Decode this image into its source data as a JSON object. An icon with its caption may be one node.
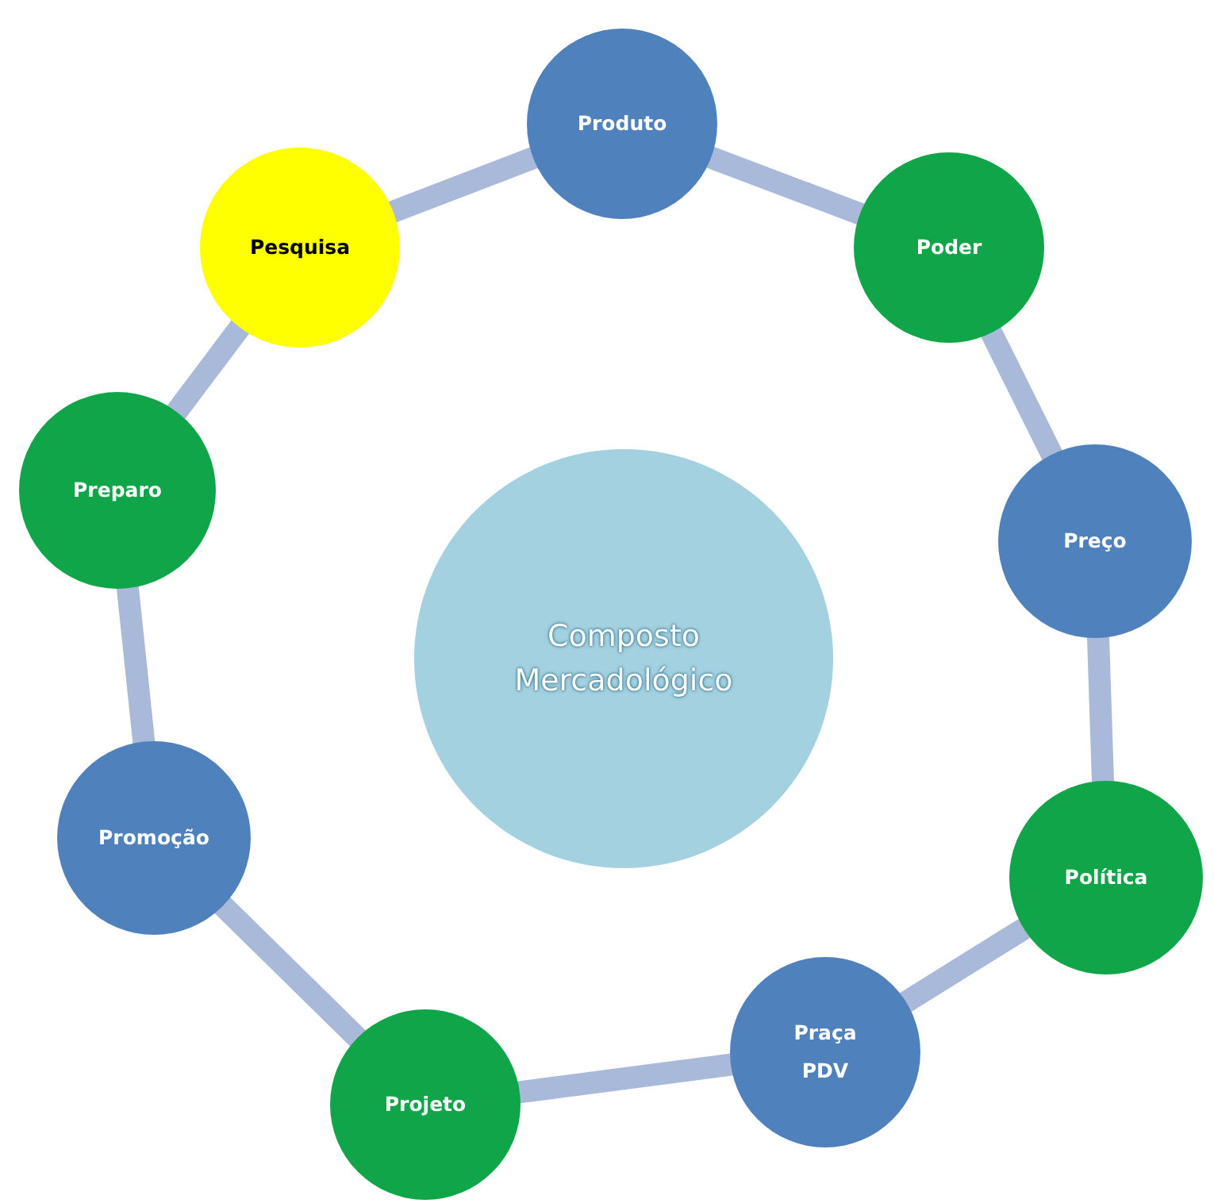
{
  "diagram": {
    "nodes": [
      {
        "text": [
          "Composto Mercadológico"
        ]
      },
      {
        "text": [
          "Produto"
        ]
      },
      {
        "text": [
          "Poder"
        ]
      },
      {
        "text": [
          "Preço"
        ]
      },
      {
        "text": [
          "Política"
        ]
      },
      {
        "text": [
          "Praça PDV"
        ]
      },
      {
        "text": [
          "Projeto"
        ]
      },
      {
        "text": [
          "Promoção"
        ]
      },
      {
        "text": [
          "Preparo"
        ]
      },
      {
        "text": [
          "Pesquisa"
        ]
      }
    ],
    "edges": [
      {
        "from": 1,
        "to": 2,
        "arrow": "none"
      },
      {
        "from": 2,
        "to": 3,
        "arrow": "none"
      },
      {
        "from": 3,
        "to": 4,
        "arrow": "none"
      },
      {
        "from": 4,
        "to": 5,
        "arrow": "none"
      },
      {
        "from": 5,
        "to": 6,
        "arrow": "none"
      },
      {
        "from": 6,
        "to": 7,
        "arrow": "none"
      },
      {
        "from": 7,
        "to": 8,
        "arrow": "none"
      },
      {
        "from": 8,
        "to": 9,
        "arrow": "none"
      },
      {
        "from": 9,
        "to": 1,
        "arrow": "none"
      }
    ]
  }
}
